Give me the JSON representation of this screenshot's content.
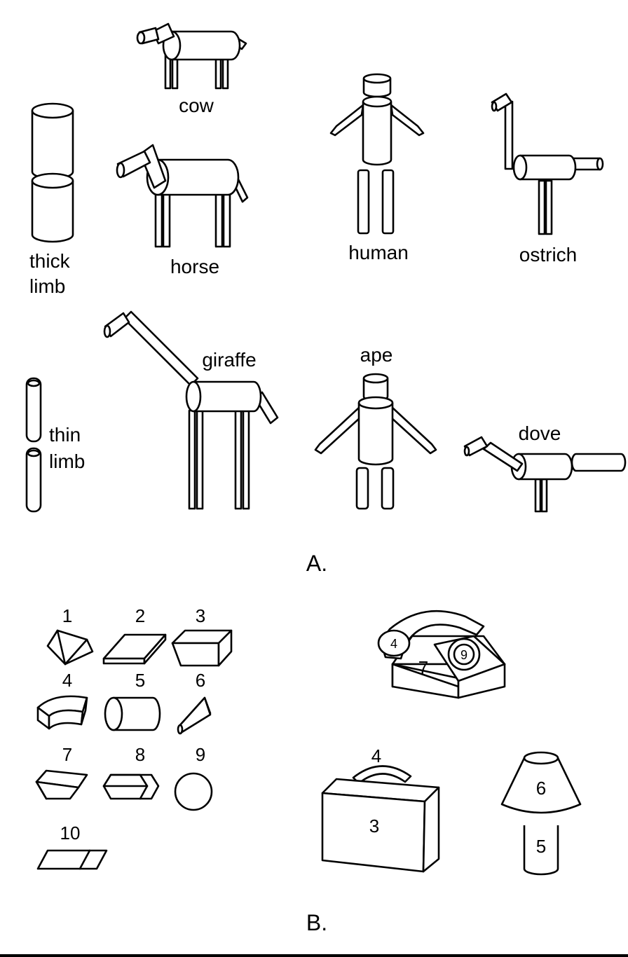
{
  "panel_a": {
    "label": "A.",
    "labels": {
      "cow": "cow",
      "horse": "horse",
      "thick_limb_1": "thick",
      "thick_limb_2": "limb",
      "human": "human",
      "ostrich": "ostrich",
      "giraffe": "giraffe",
      "ape": "ape",
      "thin_limb_1": "thin",
      "thin_limb_2": "limb",
      "dove": "dove"
    }
  },
  "panel_b": {
    "label": "B.",
    "primitives": [
      "1",
      "2",
      "3",
      "4",
      "5",
      "6",
      "7",
      "8",
      "9",
      "10"
    ],
    "telephone": {
      "handset": "4",
      "body": "7",
      "dial": "9"
    },
    "suitcase": {
      "handle": "4",
      "body": "3"
    },
    "lamp": {
      "shade": "6",
      "base": "5"
    }
  }
}
